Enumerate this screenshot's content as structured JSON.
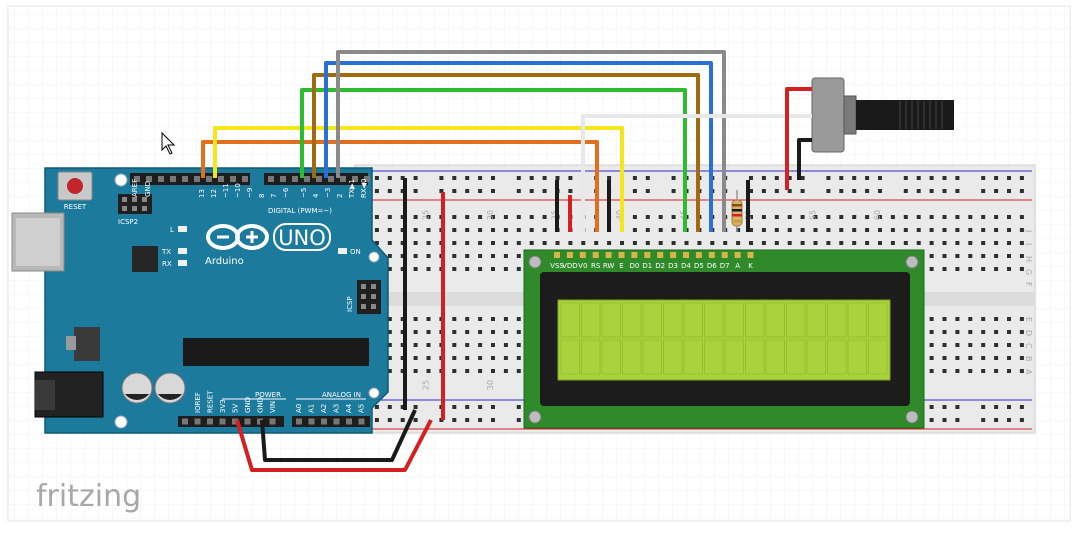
{
  "app": {
    "logo": "fritzing"
  },
  "arduino": {
    "reset_label": "RESET",
    "icsp2_label": "ICSP2",
    "aref": "AREF",
    "gnd": "GND",
    "digital_header": [
      "13",
      "12",
      "~11",
      "~10",
      "~9",
      "8",
      "7",
      "~6",
      "~5",
      "4",
      "~3",
      "2",
      "TX▶1",
      "RX◀0"
    ],
    "digital_label": "DIGITAL (PWM=~)",
    "l_label": "L",
    "tx_label": "TX",
    "rx_label": "RX",
    "brand": "Arduino",
    "model": "UNO",
    "on_label": "ON",
    "icsp_label": "ICSP",
    "power_label": "POWER",
    "power_pins": [
      "IOREF",
      "RESET",
      "3V3",
      "5V",
      "GND",
      "GND",
      "VIN"
    ],
    "analog_label": "ANALOG IN",
    "analog_pins": [
      "A0",
      "A1",
      "A2",
      "A3",
      "A4",
      "A5"
    ]
  },
  "breadboard": {
    "column_numbers": [
      "25",
      "30",
      "35",
      "40",
      "45",
      "50",
      "55",
      "60"
    ],
    "top_row_letters": [
      "J",
      "I",
      "H",
      "G",
      "F"
    ],
    "bottom_row_letters": [
      "E",
      "D",
      "C",
      "B",
      "A"
    ]
  },
  "lcd": {
    "pins": [
      "VSS",
      "VDD",
      "V0",
      "RS",
      "RW",
      "E",
      "D0",
      "D1",
      "D2",
      "D3",
      "D4",
      "D5",
      "D6",
      "D7",
      "A",
      "K"
    ],
    "screen_color": "#a9d23c",
    "board_color": "#2f8a2a"
  },
  "wires": {
    "colors": {
      "orange": "#e07020",
      "yellow": "#f5e51a",
      "green": "#2bbd2b",
      "brown": "#a06a10",
      "blue": "#2a6fd6",
      "gray": "#8a8a8a",
      "white": "#e8e8e8",
      "red": "#d42020",
      "black": "#1a1a1a"
    }
  }
}
